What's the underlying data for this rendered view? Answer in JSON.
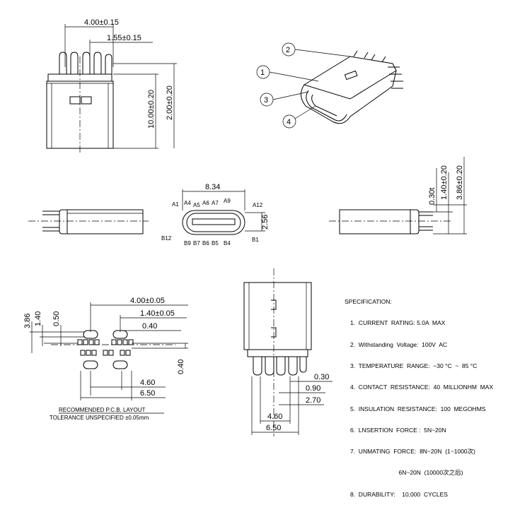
{
  "top_view": {
    "dim_width": "4.00±0.15",
    "dim_pitch": "1.55±0.15",
    "dim_length": "10.00±0.20",
    "dim_tail": "2.00±0.20"
  },
  "iso_view": {
    "callouts": [
      "1",
      "2",
      "3",
      "4"
    ]
  },
  "front_view": {
    "dim_width": "8.34",
    "dim_height": "2.56",
    "pins_top": [
      "A1",
      "A4",
      "A5",
      "A6",
      "A7",
      "A9",
      "A12"
    ],
    "pins_bottom": [
      "B12",
      "B9",
      "B7",
      "B6",
      "B5",
      "B4",
      "B1"
    ]
  },
  "side_view": {
    "dim_a": "0.30t",
    "dim_b": "1.40±0.20",
    "dim_c": "3.86±0.20"
  },
  "pcb_layout": {
    "dim_pitch_a": "4.00±0.05",
    "dim_pitch_b": "1.40±0.05",
    "dim_pad_w": "0.40",
    "dim_left_a": "3.86",
    "dim_left_b": "1.40",
    "dim_left_c": "0.50",
    "dim_pad_h": "0.40",
    "dim_bottom_a": "4.60",
    "dim_bottom_b": "6.50",
    "caption_line1": "RECOMMENDED   P.C.B.  LAYOUT",
    "caption_line2": "TOLERANCE  UNSPECIFIED  ±0.05mm"
  },
  "bottom_view": {
    "dim_a": "0.30",
    "dim_b": "0.90",
    "dim_c": "2.70",
    "dim_d": "4.60",
    "dim_e": "6.50"
  },
  "specification": {
    "title": "SPECIFICATION:",
    "items": [
      "1.  CURRENT  RATING: 5.0A  MAX",
      "2.  Withstanding  Voltage:  100V  AC",
      "3.  TEMPERATURE  RANGE:  −30 °C  ~  85 °C",
      "4.  CONTACT  RESISTANCE:  40  MILLIONHM  MAX",
      "5.  INSULATION  RESISTANCE:  100  MEGOHMS",
      "6.  LNSERTION  FORCE :  5N~20N",
      "7.  UNMATING  FORCE:  8N~20N  (1~1000次)",
      "                             6N~20N  (10000次之后)",
      "8.  DURABILITY:    10,000  CYCLES"
    ]
  }
}
